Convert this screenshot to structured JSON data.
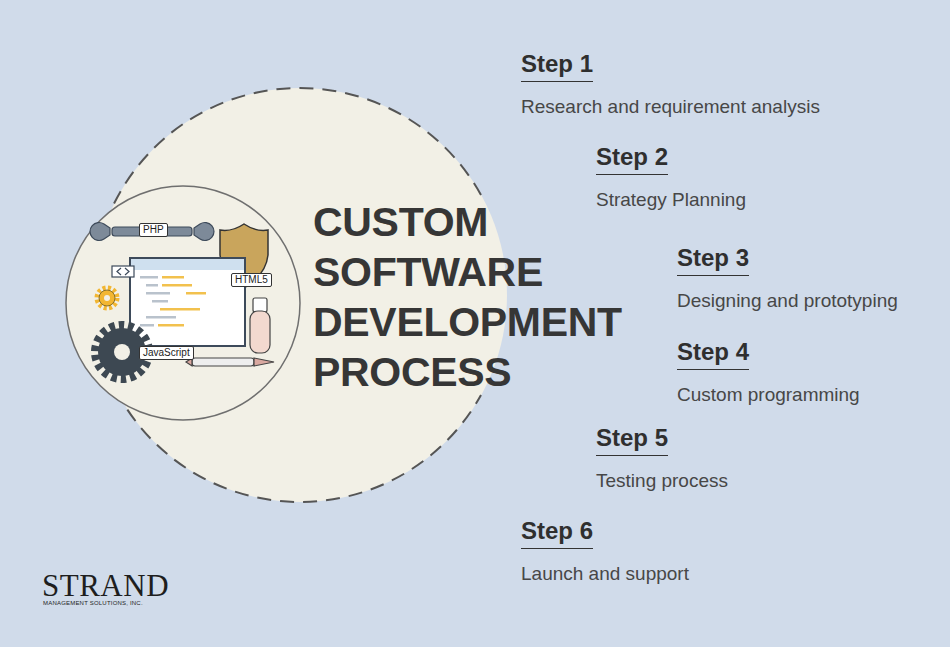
{
  "diagram": {
    "title": "CUSTOM SOFTWARE DEVELOPMENT PROCESS",
    "labels": [
      "Step 1",
      "Research and requirement analysis",
      "Step 2",
      "Strategy Planning",
      "Step 3",
      "Designing and prototyping",
      "Step 4",
      "Custom programming",
      "Step 5",
      "Testing process",
      "Step 6",
      "Launch and support",
      "PHP",
      "HTML5",
      "JavaScript",
      "STRAND",
      "MANAGEMENT SOLUTIONS, INC."
    ]
  }
}
